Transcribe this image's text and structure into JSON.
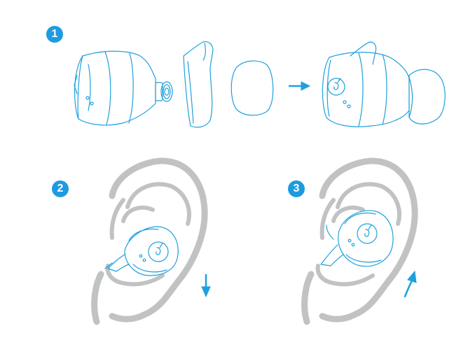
{
  "steps": {
    "step1": {
      "label": "1"
    },
    "step2": {
      "label": "2"
    },
    "step3": {
      "label": "3"
    }
  },
  "colors": {
    "accent": "#1ea0dc",
    "badge": "#1e9be0",
    "ear": "#c0c2c4"
  },
  "icons": {
    "brand_logo": "soundcore-logo-icon",
    "arrow_right": "arrow-right-icon",
    "arrow_down": "arrow-down-icon",
    "arrow_up_curved": "curved-arrow-up-icon"
  }
}
